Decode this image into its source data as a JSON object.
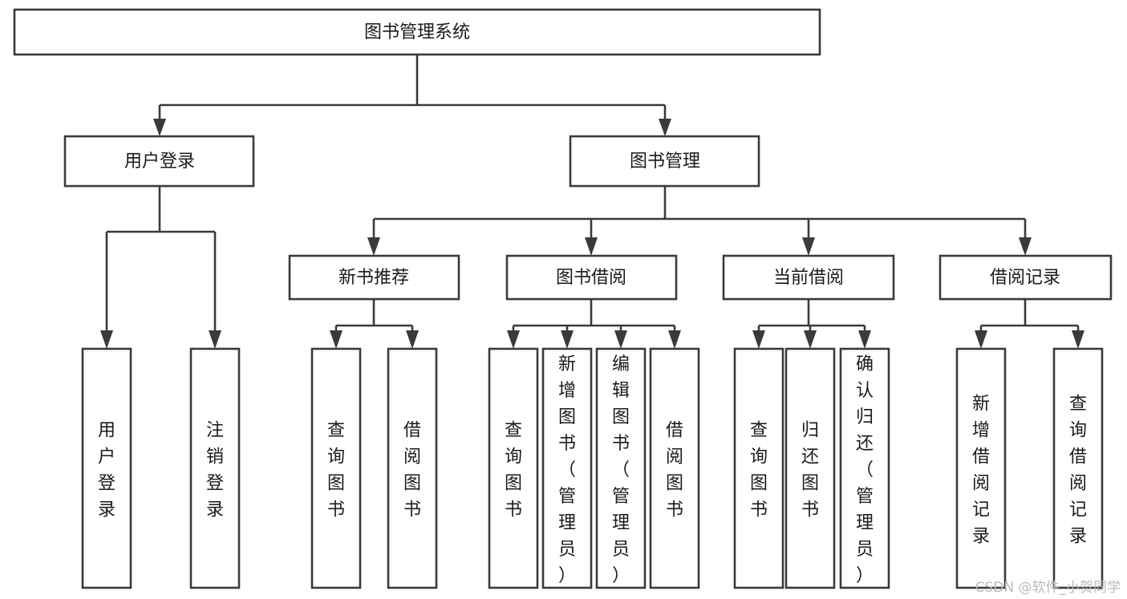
{
  "diagram": {
    "type": "tree-hierarchy",
    "title": "图书管理系统",
    "watermark": "CSDN @软件_小贺同学",
    "colors": {
      "stroke": "#3a3a3a",
      "fill": "#ffffff",
      "text": "#1a1a1a",
      "watermark": "#b9b9b9",
      "background": "#ffffff"
    },
    "levels": [
      {
        "level": 1,
        "nodes": [
          {
            "id": "root",
            "label": "图书管理系统",
            "orientation": "horizontal"
          }
        ]
      },
      {
        "level": 2,
        "nodes": [
          {
            "id": "login",
            "label": "用户登录",
            "orientation": "horizontal",
            "parent": "root"
          },
          {
            "id": "bookmgmt",
            "label": "图书管理",
            "orientation": "horizontal",
            "parent": "root"
          }
        ]
      },
      {
        "level": 3,
        "nodes": [
          {
            "id": "newbook",
            "label": "新书推荐",
            "orientation": "horizontal",
            "parent": "bookmgmt"
          },
          {
            "id": "borrow",
            "label": "图书借阅",
            "orientation": "horizontal",
            "parent": "bookmgmt"
          },
          {
            "id": "current",
            "label": "当前借阅",
            "orientation": "horizontal",
            "parent": "bookmgmt"
          },
          {
            "id": "records",
            "label": "借阅记录",
            "orientation": "horizontal",
            "parent": "bookmgmt"
          }
        ]
      },
      {
        "level": 4,
        "nodes": [
          {
            "id": "leaf-1",
            "label": "用户登录",
            "orientation": "vertical",
            "parent": "login"
          },
          {
            "id": "leaf-2",
            "label": "注销登录",
            "orientation": "vertical",
            "parent": "login"
          },
          {
            "id": "leaf-3",
            "label": "查询图书",
            "orientation": "vertical",
            "parent": "newbook"
          },
          {
            "id": "leaf-4",
            "label": "借阅图书",
            "orientation": "vertical",
            "parent": "newbook"
          },
          {
            "id": "leaf-5",
            "label": "查询图书",
            "orientation": "vertical",
            "parent": "borrow"
          },
          {
            "id": "leaf-6",
            "label": "新增图书（管理员）",
            "orientation": "vertical",
            "parent": "borrow"
          },
          {
            "id": "leaf-7",
            "label": "编辑图书（管理员）",
            "orientation": "vertical",
            "parent": "borrow"
          },
          {
            "id": "leaf-8",
            "label": "借阅图书",
            "orientation": "vertical",
            "parent": "borrow"
          },
          {
            "id": "leaf-9",
            "label": "查询图书",
            "orientation": "vertical",
            "parent": "current"
          },
          {
            "id": "leaf-10",
            "label": "归还图书",
            "orientation": "vertical",
            "parent": "current"
          },
          {
            "id": "leaf-11",
            "label": "确认归还（管理员）",
            "orientation": "vertical",
            "parent": "current"
          },
          {
            "id": "leaf-12",
            "label": "新增借阅记录",
            "orientation": "vertical",
            "parent": "records"
          },
          {
            "id": "leaf-13",
            "label": "查询借阅记录",
            "orientation": "vertical",
            "parent": "records"
          }
        ]
      }
    ]
  }
}
